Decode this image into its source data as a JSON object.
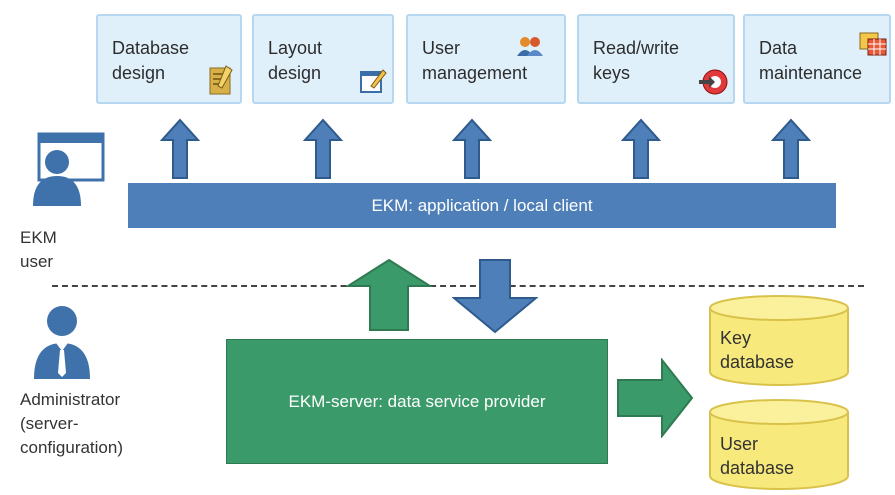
{
  "modules": [
    {
      "label": "Database\ndesign",
      "icon": "database-design-icon"
    },
    {
      "label": "Layout\ndesign",
      "icon": "layout-design-icon"
    },
    {
      "label": "User\nmanagement",
      "icon": "users-icon"
    },
    {
      "label": "Read/write\nkeys",
      "icon": "key-icon"
    },
    {
      "label": "Data\nmaintenance",
      "icon": "table-grid-icon"
    }
  ],
  "application": {
    "label": "EKM: application / local client"
  },
  "server": {
    "label": "EKM-server: data service provider"
  },
  "actors": {
    "ekm_user": "EKM\nuser",
    "administrator": "Administrator\n(server-\nconfiguration)"
  },
  "databases": [
    {
      "label": "Key\ndatabase"
    },
    {
      "label": "User\ndatabase"
    }
  ],
  "colors": {
    "module_fill": "#dff0fa",
    "module_border": "#b6d7ef",
    "app_bar": "#4f7fb8",
    "server": "#3b9a6a",
    "database": "#f7e97c",
    "arrow_blue": "#4f7fb8",
    "arrow_green": "#3b9a6a",
    "person_icon": "#3f72ab"
  }
}
